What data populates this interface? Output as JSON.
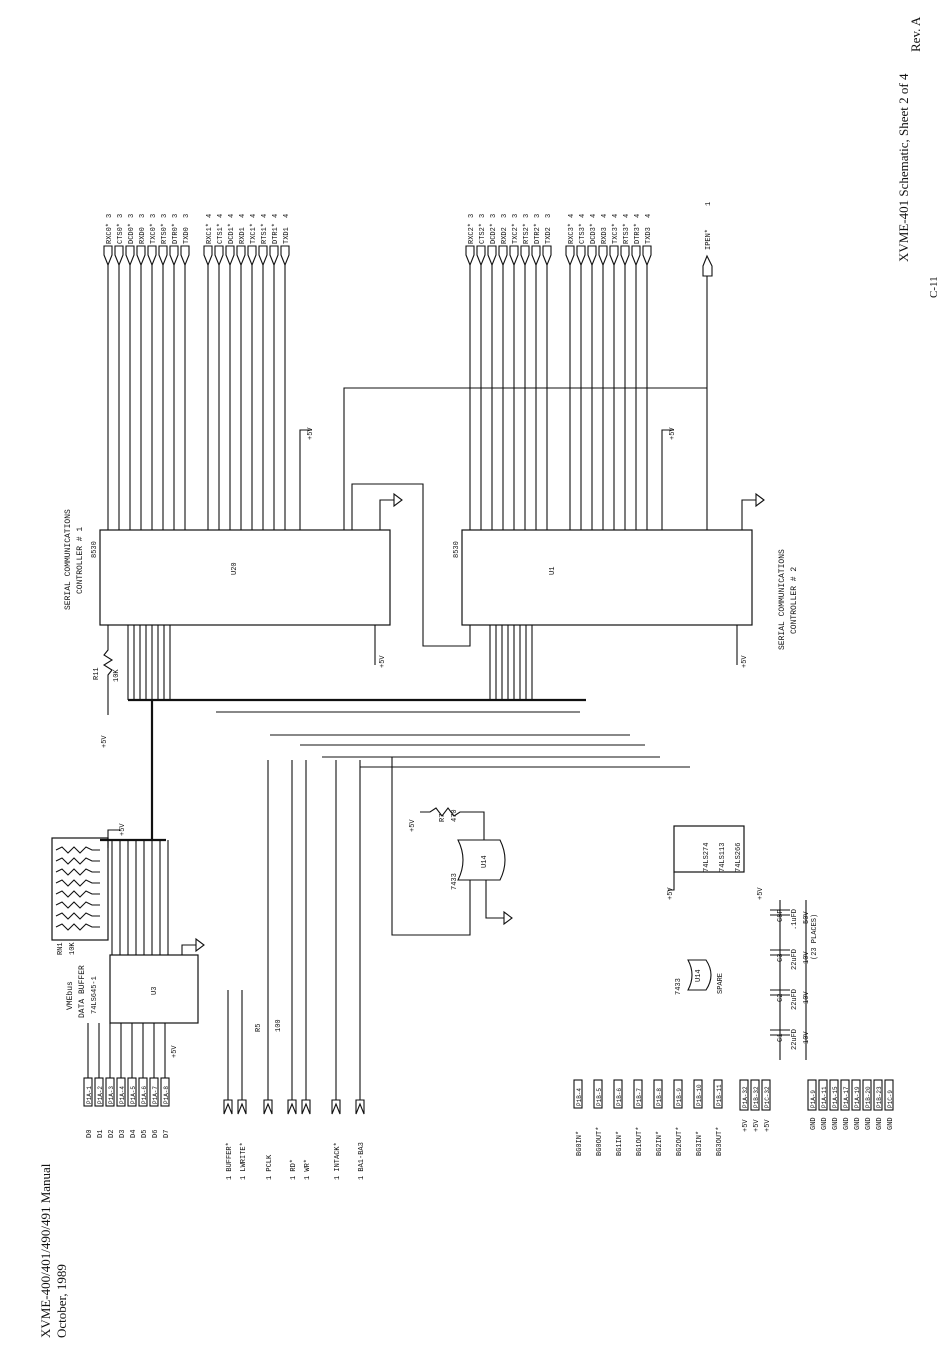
{
  "header": {
    "manual": "XVME-400/401/490/491 Manual",
    "date": "October, 1989",
    "rev": "Rev. A",
    "sheet": "XVME-401 Schematic, Sheet 2 of 4",
    "page_no": "C-11"
  },
  "scc1": {
    "title1": "SERIAL COMMUNICATIONS",
    "title2": "CONTROLLER # 1",
    "part": "8530",
    "ref": "U20",
    "out_a": [
      "RXC0*",
      "CTS0*",
      "DCD0*",
      "RXD0",
      "TXC0*",
      "RTS0*",
      "DTR0*",
      "TXD0"
    ],
    "out_b": [
      "RXC1*",
      "CTS1*",
      "DCD1*",
      "RXD1",
      "TXC1*",
      "RTS1*",
      "DTR1*",
      "TXD1"
    ],
    "sheet_a": "3",
    "sheet_b": "4"
  },
  "scc2": {
    "title1": "SERIAL COMMUNICATIONS",
    "title2": "CONTROLLER # 2",
    "part": "8530",
    "ref": "U1",
    "out_a": [
      "RXC2*",
      "CTS2*",
      "DCD2*",
      "RXD2",
      "TXC2*",
      "RTS2*",
      "DTR2*",
      "TXD2"
    ],
    "out_b": [
      "RXC3*",
      "CTS3*",
      "DCD3*",
      "RXD3",
      "TXC3*",
      "RTS3*",
      "DTR3*",
      "TXD3"
    ],
    "sheet_a": "3",
    "sheet_b": "4"
  },
  "iack": {
    "label": "IPEN*",
    "sheet": "1"
  },
  "buffer": {
    "title1": "VMEbus",
    "title2": "DATA BUFFER",
    "part": "74LS645-1",
    "ref": "U3",
    "rn": "RN1",
    "rn_val": "10K"
  },
  "resistors": {
    "r11": "R11",
    "r11_val": "10K",
    "r5": "R5",
    "r5_val": "100",
    "r7": "R7",
    "r7_val": "470"
  },
  "gate": {
    "part": "7433",
    "ref": "U14",
    "spare": "SPARE"
  },
  "power": {
    "plus5v": "+5V",
    "gnd": "GND"
  },
  "data_lines": [
    "D0",
    "D1",
    "D2",
    "D3",
    "D4",
    "D5",
    "D6",
    "D7"
  ],
  "p1a_pins": [
    "P1A-1",
    "P1A-2",
    "P1A-3",
    "P1A-4",
    "P1A-5",
    "P1A-6",
    "P1A-7",
    "P1A-8"
  ],
  "left_signals": [
    "1 BUFFER*",
    "1 LWRITE*",
    "1 PCLK",
    "1 RD*",
    "1 WR*",
    "1 INTACK*",
    "1 BA1-BA3"
  ],
  "bg_signals": [
    {
      "name": "BG0IN*",
      "pin": "P1B-4"
    },
    {
      "name": "BG0OUT*",
      "pin": "P1B-5"
    },
    {
      "name": "BG1IN*",
      "pin": "P1B-6"
    },
    {
      "name": "BG1OUT*",
      "pin": "P1B-7"
    },
    {
      "name": "BG2IN*",
      "pin": "P1B-8"
    },
    {
      "name": "BG2OUT*",
      "pin": "P1B-9"
    },
    {
      "name": "BG3IN*",
      "pin": "P1B-10"
    },
    {
      "name": "BG3OUT*",
      "pin": "P1B-11"
    }
  ],
  "vcc_pins": [
    "P1A-32",
    "P1B-32",
    "P1C-32"
  ],
  "gnd_pins": [
    "P1A-9",
    "P1A-11",
    "P1A-15",
    "P1A-17",
    "P1A-19",
    "P1B-20",
    "P1B-23",
    "P1C-9"
  ],
  "caps": [
    {
      "name": "C1",
      "val": "22uFD",
      "volt": "10V"
    },
    {
      "name": "C2",
      "val": "22uFD",
      "volt": "10V"
    },
    {
      "name": "C3",
      "val": "22uFD",
      "volt": "10V"
    },
    {
      "name": "C8P",
      "val": ".1uFD",
      "volt": "50V"
    }
  ],
  "cap_note": "(23 PLACES)",
  "power_chips": [
    "74LS274",
    "74LS113",
    "74LS266"
  ]
}
